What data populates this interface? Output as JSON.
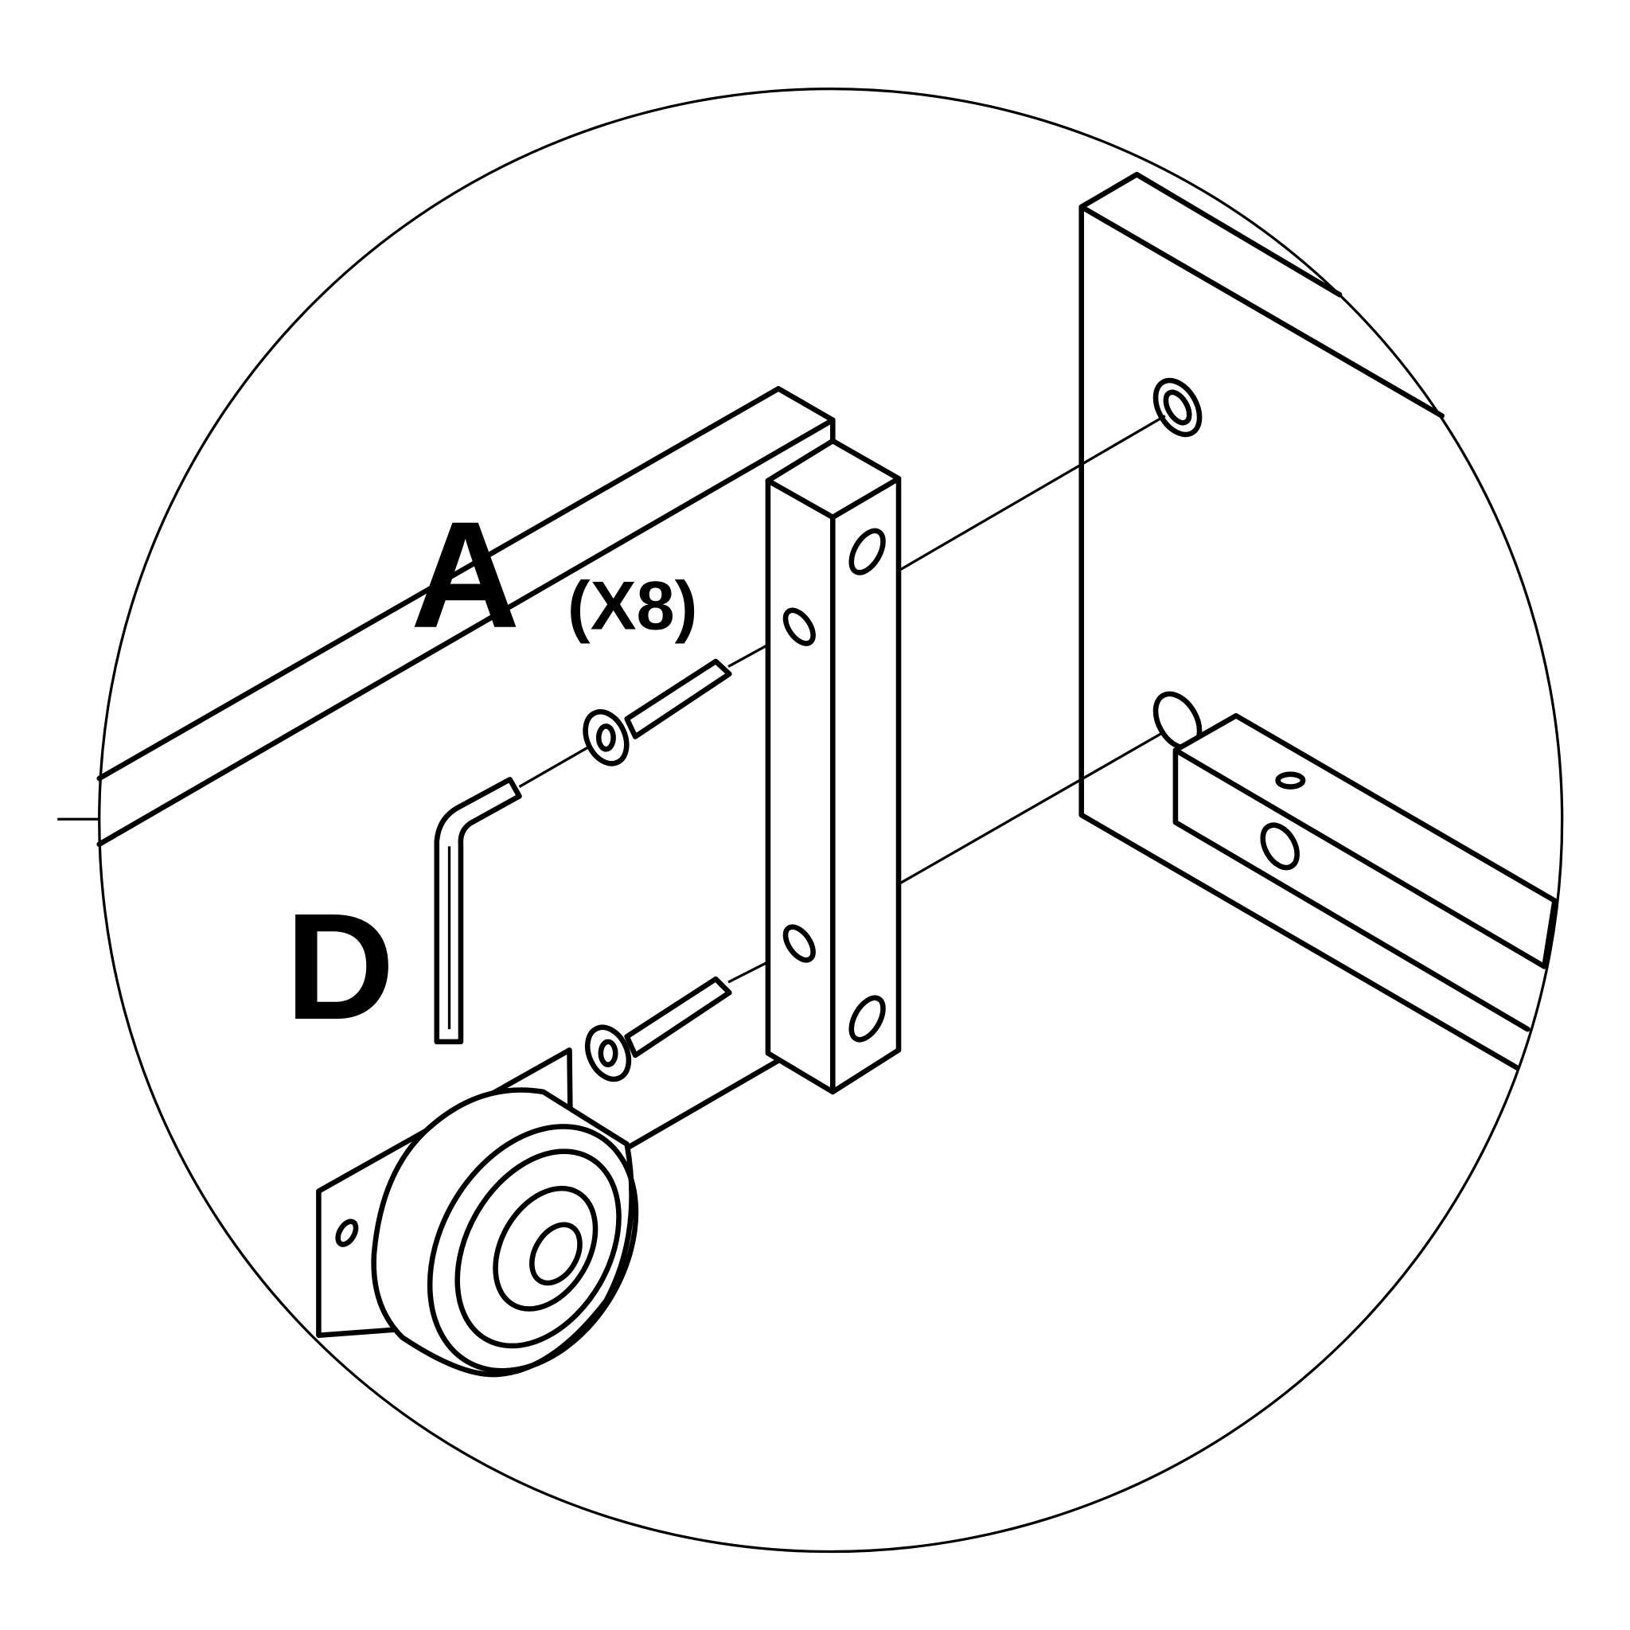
{
  "diagram": {
    "part_a_label": "A",
    "part_a_quantity": "(X8)",
    "part_d_label": "D",
    "colors": {
      "line": "#000000",
      "background": "#ffffff"
    }
  }
}
